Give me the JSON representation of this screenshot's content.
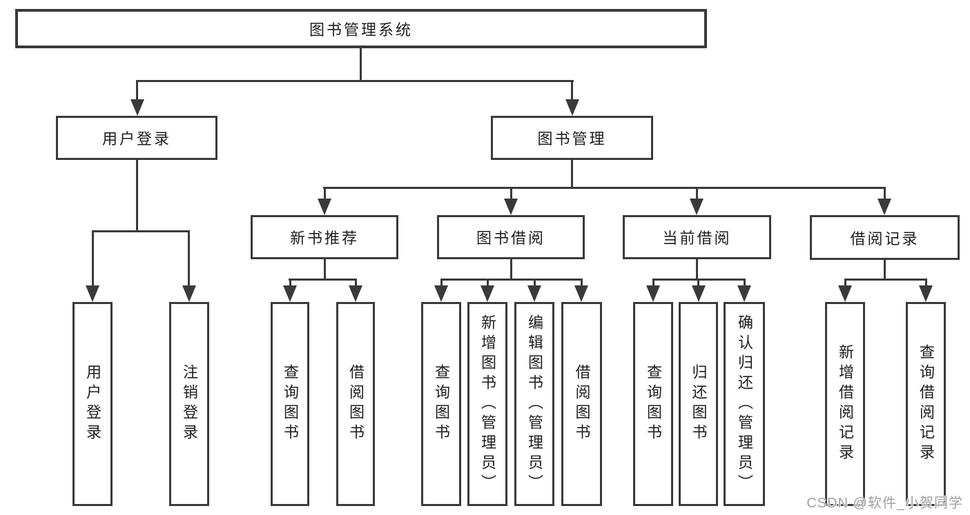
{
  "diagram": {
    "root": {
      "label": "图书管理系统"
    },
    "branches": {
      "user_login": {
        "label": "用户登录",
        "children": [
          {
            "label": "用户登录"
          },
          {
            "label": "注销登录"
          }
        ]
      },
      "book_management": {
        "label": "图书管理",
        "children": [
          {
            "label": "新书推荐",
            "children": [
              {
                "label": "查询图书"
              },
              {
                "label": "借阅图书"
              }
            ]
          },
          {
            "label": "图书借阅",
            "children": [
              {
                "label": "查询图书"
              },
              {
                "label": "新增图书（管理员）"
              },
              {
                "label": "编辑图书（管理员）"
              },
              {
                "label": "借阅图书"
              }
            ]
          },
          {
            "label": "当前借阅",
            "children": [
              {
                "label": "查询图书"
              },
              {
                "label": "归还图书"
              },
              {
                "label": "确认归还（管理员）"
              }
            ]
          },
          {
            "label": "借阅记录",
            "children": [
              {
                "label": "新增借阅记录"
              },
              {
                "label": "查询借阅记录"
              }
            ]
          }
        ]
      }
    },
    "watermark": "CSDN @软件_小贺同学",
    "colors": {
      "line": "#3a3a3a",
      "text": "#1e1e1e",
      "background": "#ffffff",
      "watermark_text": "#a0a0a0"
    }
  }
}
